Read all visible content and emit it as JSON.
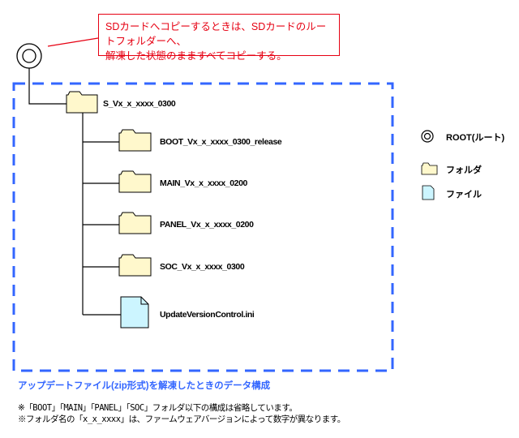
{
  "callout": {
    "line1": "SDカードへコピーするときは、SDカードのルートフォルダーへ、",
    "line2": "解凍した状態のまますべてコピーする。"
  },
  "tree": {
    "root": {
      "type": "root"
    },
    "top_folder": {
      "label": "S_Vx_x_xxxx_0300",
      "type": "folder"
    },
    "children": [
      {
        "label": "BOOT_Vx_x_xxxx_0300_release",
        "type": "folder"
      },
      {
        "label": "MAIN_Vx_x_xxxx_0200",
        "type": "folder"
      },
      {
        "label": "PANEL_Vx_x_xxxx_0200",
        "type": "folder"
      },
      {
        "label": "SOC_Vx_x_xxxx_0300",
        "type": "folder"
      },
      {
        "label": "UpdateVersionControl.ini",
        "type": "file"
      }
    ]
  },
  "legend": {
    "items": [
      {
        "icon": "root-icon",
        "label": "ROOT(ルート)"
      },
      {
        "icon": "folder-icon",
        "label": "フォルダ"
      },
      {
        "icon": "file-icon",
        "label": "ファイル"
      }
    ]
  },
  "caption": "アップデートファイル(zip形式)を解凍したときのデータ構成",
  "notes": [
    "※「BOOT」「MAIN」「PANEL」「SOC」フォルダ以下の構成は省略しています。",
    "※フォルダ名の「x_x_xxxx」は、ファームウェアバージョンによって数字が異なります。"
  ],
  "colors": {
    "callout": "#e60012",
    "dashed_box": "#3366ff",
    "folder_fill": "#fff8cc",
    "file_fill": "#ccf5ff",
    "caption": "#3366ff"
  }
}
